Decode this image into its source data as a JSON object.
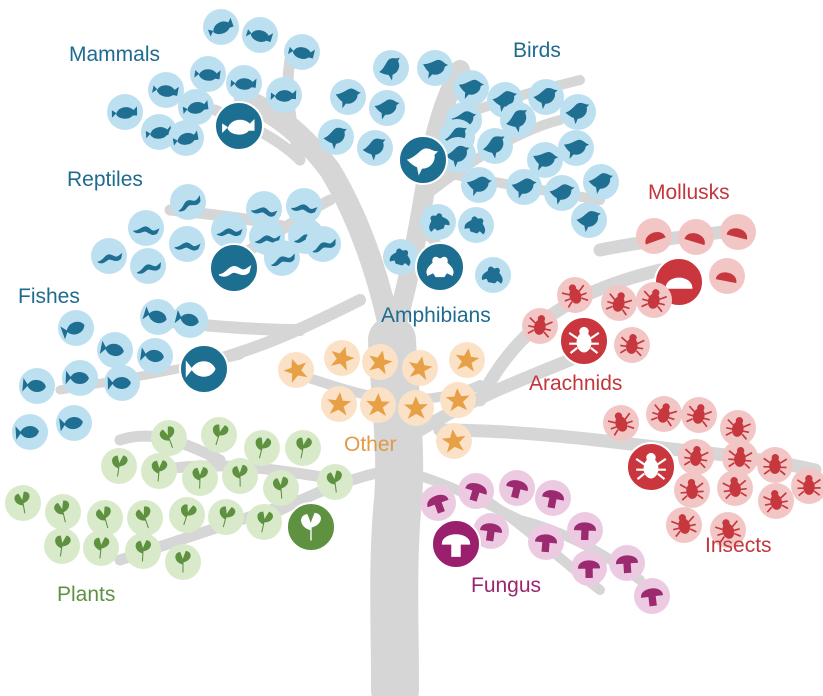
{
  "colors": {
    "trunk": "#d4d4d4",
    "blue_dark": "#1d6f92",
    "blue_light": "#bde0f1",
    "blue_icon": "#1f6f93",
    "blue_text": "#1f6b8e",
    "red_dark": "#c9363d",
    "red_light": "#f3c6c6",
    "red_icon": "#c7373e",
    "red_text": "#c2373d",
    "orange_light": "#fbe2c6",
    "orange_icon": "#e8a046",
    "orange_text": "#e19a45",
    "green_dark": "#5e9140",
    "green_light": "#d9eacb",
    "green_icon": "#5e9140",
    "green_text": "#5f9143",
    "purple_dark": "#9a1f6c",
    "purple_light": "#eccbe2",
    "purple_icon": "#9b2a70",
    "purple_text": "#9b2570"
  },
  "groups": [
    {
      "id": "mammals",
      "label": "Mammals",
      "color": "blue",
      "icon": "mouse-icon",
      "members": [
        "mouse-icon",
        "kangaroo-icon",
        "rhino-icon",
        "raccoon-icon",
        "deer-icon",
        "squirrel-icon",
        "bear-icon",
        "bat-icon",
        "rabbit-icon",
        "dolphin-icon",
        "mouse-icon"
      ]
    },
    {
      "id": "birds",
      "label": "Birds",
      "color": "blue",
      "icon": "dove-icon",
      "members": [
        "eagle-icon",
        "seagull-icon",
        "hawk-icon",
        "duck-icon",
        "heron-icon",
        "pigeon-icon",
        "rooster-icon",
        "goose-icon",
        "parrot-icon",
        "woodpecker-icon",
        "flamingo-icon",
        "sparrow-icon",
        "hummingbird-icon",
        "stork-icon",
        "cormorant-icon",
        "swallow-icon",
        "pelican-icon"
      ]
    },
    {
      "id": "reptiles",
      "label": "Reptiles",
      "color": "blue",
      "icon": "snake-icon",
      "members": [
        "lizard-icon",
        "gecko-icon",
        "turtle-icon",
        "chameleon-icon",
        "snake-icon",
        "iguana-icon",
        "crocodile-icon",
        "tortoise-icon",
        "snake-icon",
        "monitor-icon",
        "skink-icon"
      ]
    },
    {
      "id": "amphibians",
      "label": "Amphibians",
      "color": "blue",
      "icon": "frog-icon",
      "members": [
        "salamander-icon",
        "axolotl-icon",
        "frog-icon",
        "toad-icon",
        "newt-icon"
      ]
    },
    {
      "id": "fishes",
      "label": "Fishes",
      "color": "blue",
      "icon": "fish-icon",
      "members": [
        "seahorse-icon",
        "bass-icon",
        "tang-icon",
        "eel-icon",
        "trout-icon",
        "pike-icon",
        "catfish-icon",
        "perch-icon",
        "angelfish-icon",
        "sunfish-icon"
      ]
    },
    {
      "id": "mollusks",
      "label": "Mollusks",
      "color": "red",
      "icon": "snail-icon",
      "members": [
        "scallop-icon",
        "nautilus-icon",
        "octopus-icon",
        "clam-icon"
      ]
    },
    {
      "id": "arachnids",
      "label": "Arachnids",
      "color": "red",
      "icon": "tick-icon",
      "members": [
        "scorpion-icon",
        "spider-icon",
        "mite-icon",
        "harvestman-icon",
        "tarantula-icon"
      ]
    },
    {
      "id": "insects",
      "label": "Insects",
      "color": "red",
      "icon": "bee-icon",
      "members": [
        "beetle-icon",
        "wasp-icon",
        "moth-icon",
        "fly-icon",
        "grasshopper-icon",
        "butterfly-icon",
        "dragonfly-icon",
        "cricket-icon",
        "mantis-icon",
        "ant-icon",
        "mosquito-icon",
        "mayfly-icon"
      ]
    },
    {
      "id": "other",
      "label": "Other",
      "color": "orange",
      "icon": "coral-icon",
      "members": [
        "shark-icon",
        "worm-icon",
        "shrimp-icon",
        "starfish-icon",
        "crab-icon",
        "coral-icon",
        "jellyfish-icon",
        "seaweed-icon",
        "centipede-icon",
        "sponge-icon"
      ]
    },
    {
      "id": "plants",
      "label": "Plants",
      "color": "green",
      "icon": "leaf-icon",
      "members": [
        "orchid-icon",
        "flower-icon",
        "sunflower-icon",
        "wildflower-icon",
        "herb-icon",
        "lily-icon",
        "fern-icon",
        "tulip-icon",
        "grass-icon",
        "shrub-icon",
        "pinecone-icon",
        "clover-icon",
        "ivy-icon",
        "rose-icon",
        "maple-leaf-icon"
      ]
    },
    {
      "id": "fungus",
      "label": "Fungus",
      "color": "purple",
      "icon": "mushroom-icon",
      "members": [
        "morel-icon",
        "toadstool-icon",
        "chanterelle-icon",
        "puffball-icon",
        "coral-fungus-icon",
        "bracket-icon",
        "lichen-icon",
        "mold-icon"
      ]
    }
  ]
}
